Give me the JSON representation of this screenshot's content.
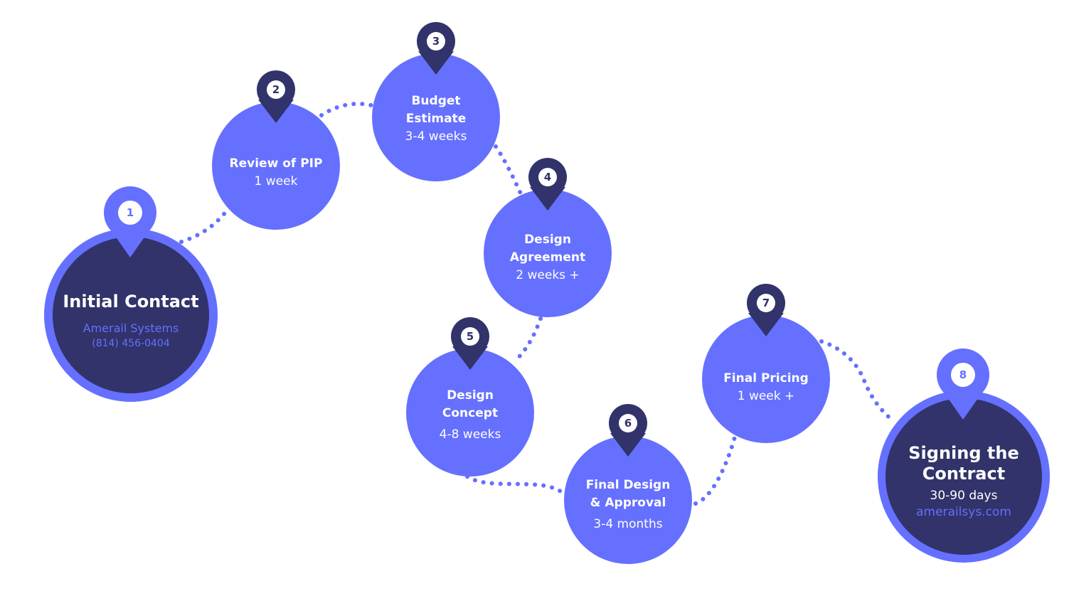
{
  "colors": {
    "accent": "#6570ff",
    "dark": "#31336a",
    "white": "#ffffff"
  },
  "steps": [
    {
      "number": "1",
      "title": "Initial Contact",
      "company": "Amerail Systems",
      "phone": "(814) 456-0404"
    },
    {
      "number": "2",
      "title": "Review of PIP",
      "duration": "1 week"
    },
    {
      "number": "3",
      "title_line1": "Budget",
      "title_line2": "Estimate",
      "duration": "3-4 weeks"
    },
    {
      "number": "4",
      "title_line1": "Design",
      "title_line2": "Agreement",
      "duration": "2 weeks +"
    },
    {
      "number": "5",
      "title_line1": "Design",
      "title_line2": "Concept",
      "duration": "4-8 weeks"
    },
    {
      "number": "6",
      "title_line1": "Final Design",
      "title_line2": "& Approval",
      "duration": "3-4 months"
    },
    {
      "number": "7",
      "title": "Final Pricing",
      "duration": "1 week +"
    },
    {
      "number": "8",
      "title_line1": "Signing the",
      "title_line2": "Contract",
      "duration": "30-90 days",
      "website": "amerailsys.com"
    }
  ]
}
